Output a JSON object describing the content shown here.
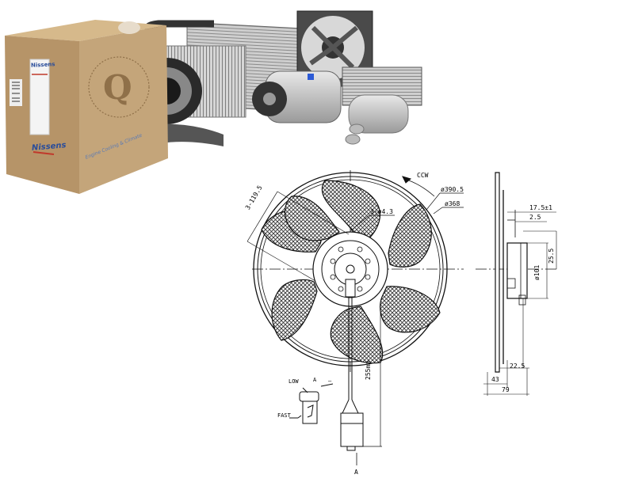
{
  "product_photo": {
    "box": {
      "brand_label": "Nissens",
      "side_brand": "Nissens",
      "tagline": "Engine Cooling & Climate",
      "box_circle_text": "QUALITY AUTOMOTIVE PARTS FOR ENGINE COOLING",
      "colors": {
        "cardboard": "#c4a57a",
        "cardboard_dark": "#a8875a",
        "brand_blue": "#2a4d9a",
        "brand_red": "#c0392b"
      }
    },
    "parts": [
      {
        "name": "condenser"
      },
      {
        "name": "radiator-fan-assembly"
      },
      {
        "name": "evaporator"
      },
      {
        "name": "blower-motor"
      },
      {
        "name": "ac-compressor"
      },
      {
        "name": "heater-core"
      },
      {
        "name": "receiver-drier"
      }
    ]
  },
  "drawing": {
    "front_view": {
      "rotation_label": "CCW",
      "outer_diameter": "ø390.5",
      "inner_diameter": "ø368",
      "mount_spacing": "3-119.5",
      "mount_holes": "3-ø4.3",
      "cable_length": "255mm",
      "connector_low": "LOW",
      "connector_fast": "FAST",
      "connector_a": "A",
      "connector_minus": "—",
      "arrow_label": "A"
    },
    "side_view": {
      "dim_17_5": "17.5±1",
      "dim_2_5": "2.5",
      "dim_25_5": "25.5",
      "dim_101": "ø101",
      "dim_22_5": "22.5",
      "dim_43": "43",
      "dim_79": "79"
    },
    "colors": {
      "line": "#111111",
      "hatch": "#333333"
    }
  }
}
